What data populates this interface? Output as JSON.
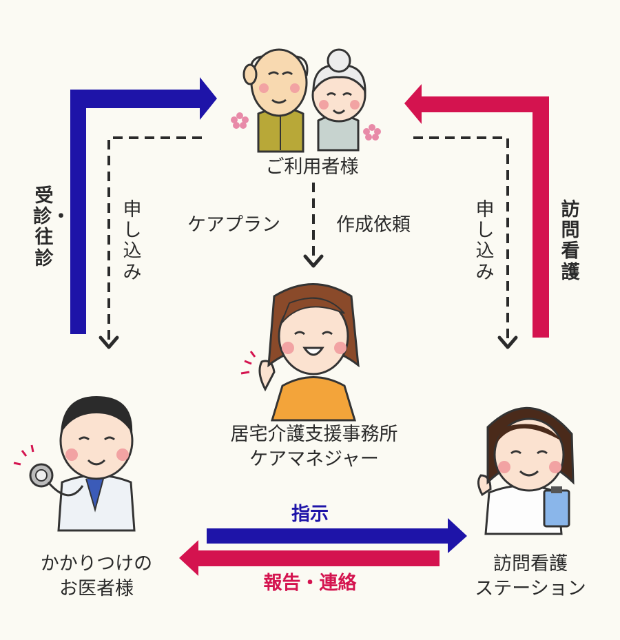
{
  "nodes": {
    "user": "ご利用者様",
    "care_manager_line1": "居宅介護支援事務所",
    "care_manager_line2": "ケアマネジャー",
    "doctor_line1": "かかりつけの",
    "doctor_line2": "お医者様",
    "nursing_line1": "訪問看護",
    "nursing_line2": "ステーション"
  },
  "edges": {
    "left_outer": "受診・往診",
    "left_inner": "申し込み",
    "center_left": "ケアプラン",
    "center_right": "作成依頼",
    "right_inner": "申し込み",
    "right_outer": "訪問看護",
    "bottom_top": "指示",
    "bottom_bottom": "報告・連絡"
  },
  "colors": {
    "blue": "#1e14a8",
    "red": "#d4134f",
    "dashed": "#2a2a2a"
  },
  "icons": [
    "elderly-couple-icon",
    "care-manager-icon",
    "doctor-icon",
    "nurse-icon"
  ]
}
